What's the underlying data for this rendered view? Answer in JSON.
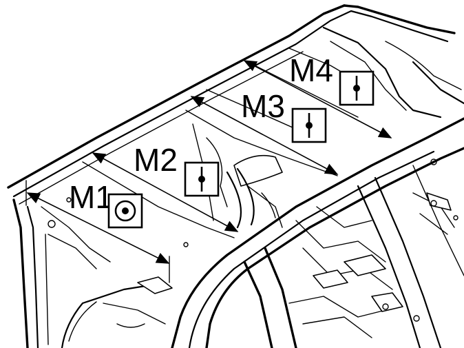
{
  "measurements": [
    {
      "id": "m1",
      "label": "M1",
      "symbol": "hole-center-icon"
    },
    {
      "id": "m2",
      "label": "M2",
      "symbol": "slot-center-icon"
    },
    {
      "id": "m3",
      "label": "M3",
      "symbol": "slot-center-icon"
    },
    {
      "id": "m4",
      "label": "M4",
      "symbol": "slot-center-icon"
    }
  ]
}
